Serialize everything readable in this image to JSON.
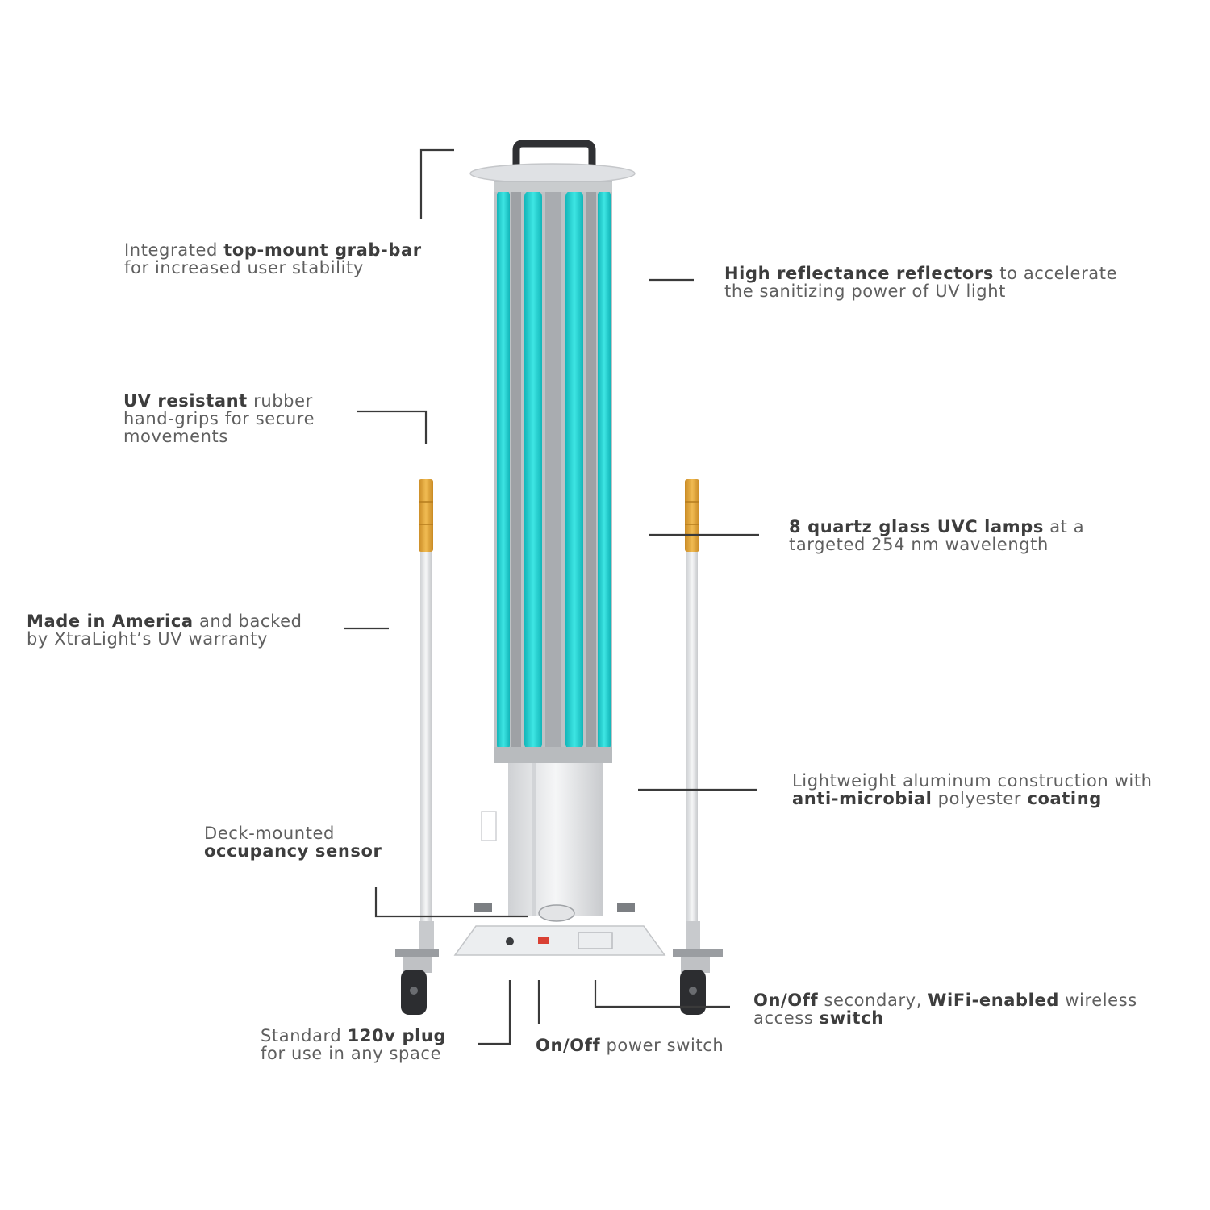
{
  "annotations": [
    {
      "id": "grab-bar",
      "parts": [
        [
          {
            "t": "Integrated "
          },
          {
            "t": "top-mount grab-bar",
            "b": true
          }
        ],
        [
          {
            "t": "for increased user stability"
          }
        ]
      ]
    },
    {
      "id": "reflectors",
      "parts": [
        [
          {
            "t": "High reflectance reflectors",
            "b": true
          },
          {
            "t": " to accelerate"
          }
        ],
        [
          {
            "t": "the sanitizing power of UV light"
          }
        ]
      ]
    },
    {
      "id": "hand-grips",
      "parts": [
        [
          {
            "t": "UV resistant",
            "b": true
          },
          {
            "t": " rubber"
          }
        ],
        [
          {
            "t": "hand-grips for secure"
          }
        ],
        [
          {
            "t": "movements"
          }
        ]
      ]
    },
    {
      "id": "uvc-lamps",
      "parts": [
        [
          {
            "t": "8 quartz glass UVC lamps",
            "b": true
          },
          {
            "t": " at a"
          }
        ],
        [
          {
            "t": "targeted 254 nm wavelength"
          }
        ]
      ]
    },
    {
      "id": "made-in-america",
      "parts": [
        [
          {
            "t": "Made in America",
            "b": true
          },
          {
            "t": " and backed"
          }
        ],
        [
          {
            "t": "by XtraLight’s UV warranty"
          }
        ]
      ]
    },
    {
      "id": "aluminum",
      "parts": [
        [
          {
            "t": "Lightweight aluminum construction with"
          }
        ],
        [
          {
            "t": "anti-microbial",
            "b": true
          },
          {
            "t": " polyester "
          },
          {
            "t": "coating",
            "b": true
          }
        ]
      ]
    },
    {
      "id": "occupancy-sensor",
      "parts": [
        [
          {
            "t": "Deck-mounted"
          }
        ],
        [
          {
            "t": "occupancy sensor",
            "b": true
          }
        ]
      ]
    },
    {
      "id": "wifi-switch",
      "parts": [
        [
          {
            "t": "On/Off",
            "b": true
          },
          {
            "t": " secondary, "
          },
          {
            "t": "WiFi-enabled",
            "b": true
          },
          {
            "t": " wireless"
          }
        ],
        [
          {
            "t": "access "
          },
          {
            "t": "switch",
            "b": true
          }
        ]
      ]
    },
    {
      "id": "plug",
      "parts": [
        [
          {
            "t": "Standard "
          },
          {
            "t": "120v plug",
            "b": true
          }
        ],
        [
          {
            "t": "for use in any space"
          }
        ]
      ]
    },
    {
      "id": "power-switch",
      "parts": [
        [
          {
            "t": "On/Off",
            "b": true
          },
          {
            "t": " power switch"
          }
        ]
      ]
    }
  ],
  "colors": {
    "uv_lamp": "#2fd6d6",
    "grip": "#e0a63c",
    "frame": "#e9eaec",
    "text": "#5f5f5f",
    "bold_text": "#3d3d3d",
    "leader": "#3a3a3a"
  }
}
